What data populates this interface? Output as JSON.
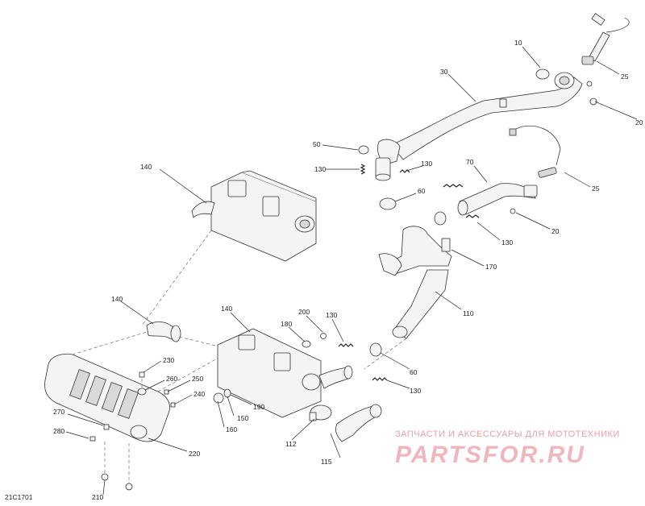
{
  "diagram": {
    "reference_code": "21C1701",
    "callouts": [
      {
        "id": "c10a",
        "label": "10"
      },
      {
        "id": "c25a",
        "label": "25"
      },
      {
        "id": "c30",
        "label": "30"
      },
      {
        "id": "c20a",
        "label": "20"
      },
      {
        "id": "c50",
        "label": "50"
      },
      {
        "id": "c130a",
        "label": "130"
      },
      {
        "id": "c130b",
        "label": "130"
      },
      {
        "id": "c60a",
        "label": "60"
      },
      {
        "id": "c70",
        "label": "70"
      },
      {
        "id": "c25b",
        "label": "25"
      },
      {
        "id": "c20b",
        "label": "20"
      },
      {
        "id": "c130c",
        "label": "130"
      },
      {
        "id": "c170",
        "label": "170"
      },
      {
        "id": "c140a",
        "label": "140"
      },
      {
        "id": "c110",
        "label": "110"
      },
      {
        "id": "c140b",
        "label": "140"
      },
      {
        "id": "c140c",
        "label": "140"
      },
      {
        "id": "c200",
        "label": "200"
      },
      {
        "id": "c130d",
        "label": "130"
      },
      {
        "id": "c180",
        "label": "180"
      },
      {
        "id": "c60b",
        "label": "60"
      },
      {
        "id": "c230",
        "label": "230"
      },
      {
        "id": "c260",
        "label": "260"
      },
      {
        "id": "c250",
        "label": "250"
      },
      {
        "id": "c240",
        "label": "240"
      },
      {
        "id": "c130e",
        "label": "130"
      },
      {
        "id": "c190",
        "label": "190"
      },
      {
        "id": "c150",
        "label": "150"
      },
      {
        "id": "c160",
        "label": "160"
      },
      {
        "id": "c270",
        "label": "270"
      },
      {
        "id": "c280",
        "label": "280"
      },
      {
        "id": "c220",
        "label": "220"
      },
      {
        "id": "c112",
        "label": "112"
      },
      {
        "id": "c115",
        "label": "115"
      },
      {
        "id": "c210",
        "label": "210"
      }
    ]
  },
  "watermark": {
    "tagline": "ЗАПЧАСТИ И АКСЕССУАРЫ ДЛЯ МОТОТЕХНИКИ",
    "logo": "PARTSFOR.RU"
  }
}
